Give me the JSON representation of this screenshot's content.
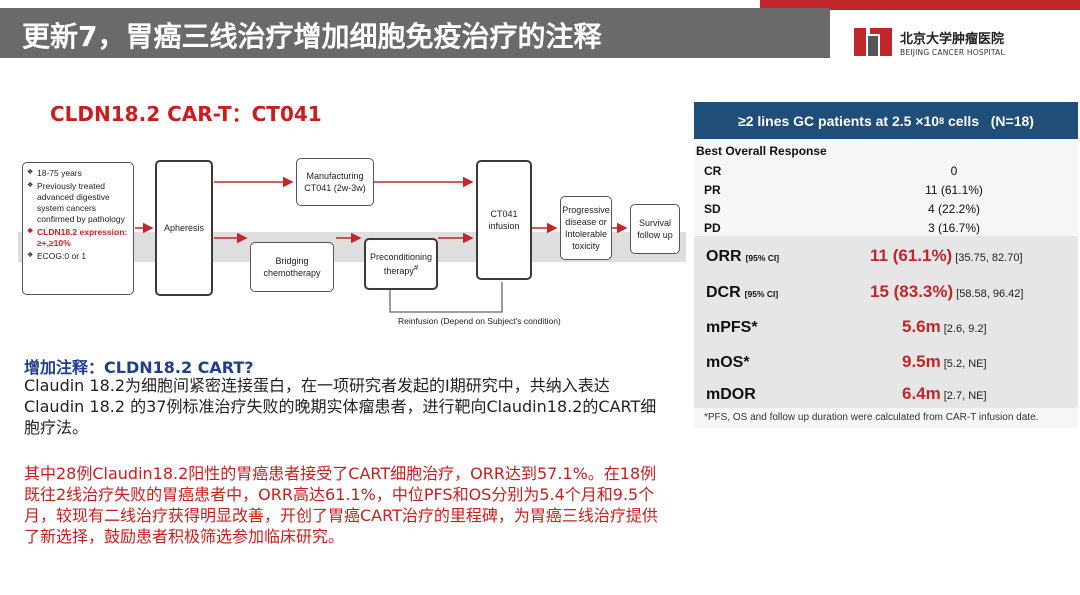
{
  "header": {
    "title": "更新7，胃癌三线治疗增加细胞免疫治疗的注释",
    "logo_cn": "北京大学肿瘤医院",
    "logo_en": "BEIJING CANCER HOSPITAL",
    "accent_color": "#c0262b"
  },
  "subtitle": "CLDN18.2 CAR-T：CT041",
  "flow": {
    "criteria": [
      {
        "text": "18-75 years",
        "highlight": false
      },
      {
        "text": "Previously treated advanced digestive system cancers confirmed by pathology",
        "highlight": false
      },
      {
        "text": "CLDN18.2 expression: ≥+,≥10%",
        "highlight": true
      },
      {
        "text": "ECOG:0 or 1",
        "highlight": false
      }
    ],
    "apheresis": "Apheresis",
    "manufacturing": "Manufacturing CT041 (2w-3w)",
    "bridging": "Bridging chemotherapy",
    "preconditioning": "Preconditioning therapy",
    "preconditioning_mark": "#",
    "infusion": "CT041 infusion",
    "progressive": "Progressive disease or Intolerable toxicity",
    "survival": "Survival follow up",
    "reinfusion": "Reinfusion (Depend on Subject's condition)"
  },
  "note": {
    "heading": "增加注释：CLDN18.2 CART?",
    "para1": "Claudin 18.2为细胞间紧密连接蛋白，在一项研究者发起的I期研究中，共纳入表达Claudin 18.2 的37例标准治疗失败的晚期实体瘤患者，进行靶向Claudin18.2的CART细胞疗法。",
    "para2": "其中28例Claudin18.2阳性的胃癌患者接受了CART细胞治疗，ORR达到57.1%。在18例既往2线治疗失败的胃癌患者中，ORR高达61.1%，中位PFS和OS分别为5.4个月和9.5个月，较现有二线治疗获得明显改善，开创了胃癌CART治疗的里程碑，为胃癌三线治疗提供了新选择，鼓励患者积极筛选参加临床研究。"
  },
  "table": {
    "head_pre": "≥2 lines GC patients at 2.5 ×10",
    "head_sup": "8",
    "head_post": " cells   (N=18)",
    "bor_label": "Best Overall Response",
    "bor": [
      {
        "k": "CR",
        "v": "0"
      },
      {
        "k": "PR",
        "v": "11 (61.1%)"
      },
      {
        "k": "SD",
        "v": "4 (22.2%)"
      },
      {
        "k": "PD",
        "v": "3 (16.7%)"
      }
    ],
    "metrics": [
      {
        "k": "ORR",
        "sub": "[95% CI]",
        "v": "11 (61.1%)",
        "ci": "[35.75, 82.70]"
      },
      {
        "k": "DCR",
        "sub": "[95% CI]",
        "v": "15 (83.3%)",
        "ci": "[58.58, 96.42]"
      },
      {
        "k": "mPFS*",
        "sub": "",
        "v": "5.6m",
        "ci": "[2.6, 9.2]"
      },
      {
        "k": "mOS*",
        "sub": "",
        "v": "9.5m",
        "ci": "[5.2, NE]"
      },
      {
        "k": "mDOR",
        "sub": "",
        "v": "6.4m",
        "ci": "[2.7, NE]"
      }
    ],
    "footnote": "*PFS, OS and follow up duration were calculated from CAR-T infusion date."
  }
}
